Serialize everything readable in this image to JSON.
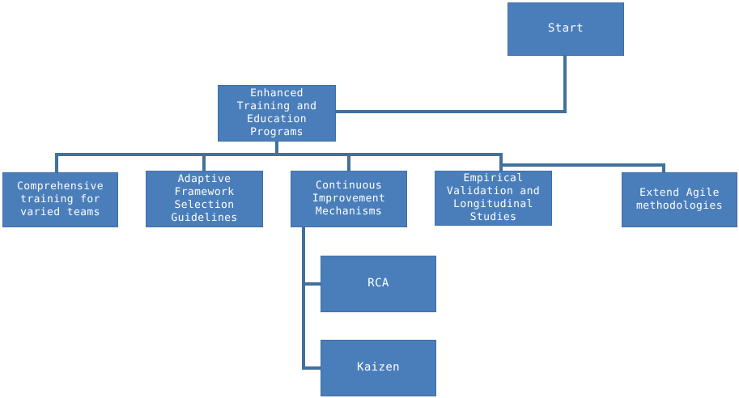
{
  "diagram": {
    "type": "flowchart",
    "title": "Enhanced Training and Education Programs flowchart",
    "colors": {
      "node_fill": "#4a7ebb",
      "node_border": "#3f6fa6",
      "node_text": "#ffffff",
      "connector": "#41719c",
      "background": "#ffffff"
    },
    "nodes": {
      "start": {
        "label": "Start"
      },
      "enhanced_training": {
        "label": "Enhanced\nTraining   and\nEducation\nPrograms"
      },
      "comprehensive_training": {
        "label": "Comprehensive\ntraining for\nvaried teams"
      },
      "adaptive_framework": {
        "label": "Adaptive\nFramework\nSelection\nGuidelines"
      },
      "continuous_improvement": {
        "label": "Continuous\nImprovement\nMechanisms"
      },
      "empirical_validation": {
        "label": "Empirical\nValidation and\nLongitudinal\nStudies"
      },
      "extend_agile": {
        "label": "Extend Agile\nmethodologies"
      },
      "rca": {
        "label": "RCA"
      },
      "kaizen": {
        "label": "Kaizen"
      }
    },
    "edges": [
      {
        "from": "start",
        "to": "enhanced_training"
      },
      {
        "from": "enhanced_training",
        "to": "comprehensive_training"
      },
      {
        "from": "enhanced_training",
        "to": "adaptive_framework"
      },
      {
        "from": "enhanced_training",
        "to": "continuous_improvement"
      },
      {
        "from": "enhanced_training",
        "to": "empirical_validation"
      },
      {
        "from": "empirical_validation",
        "to": "extend_agile"
      },
      {
        "from": "continuous_improvement",
        "to": "rca"
      },
      {
        "from": "continuous_improvement",
        "to": "kaizen"
      }
    ]
  }
}
